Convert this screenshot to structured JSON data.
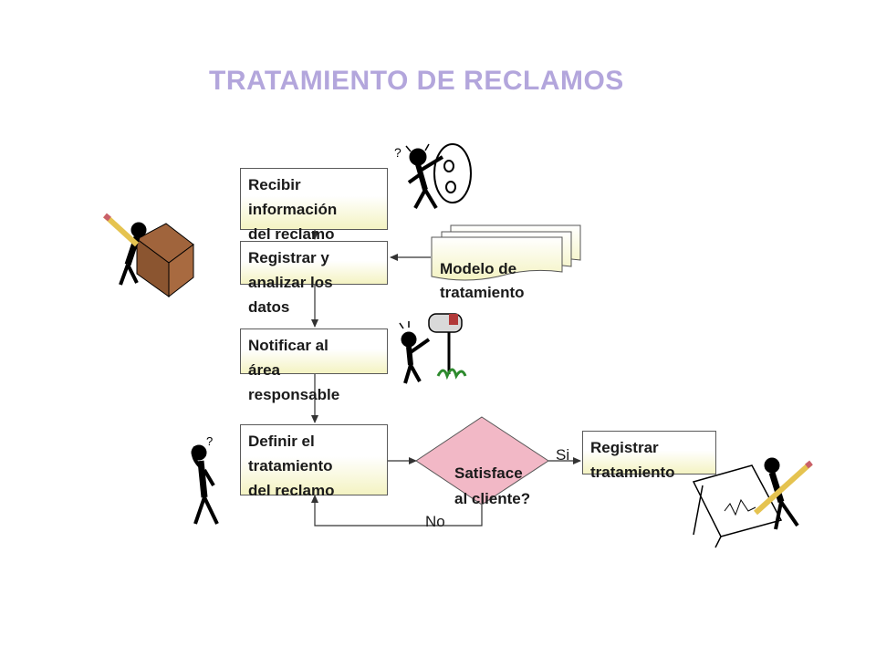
{
  "title": "TRATAMIENTO  DE RECLAMOS",
  "steps": {
    "recibir": "Recibir\ninformación\ndel   reclamo",
    "registrar": "Registrar y\nanalizar los\ndatos",
    "notificar": "Notificar al\nárea\nresponsable",
    "definir": "Definir el\ntratamiento\ndel reclamo",
    "registrar_tratamiento": "Registrar\ntratamiento"
  },
  "document": "Modelo de\n tratamiento",
  "decision": "Satisface\nal cliente?",
  "labels": {
    "yes": "Si",
    "no": "No"
  },
  "colors": {
    "title": "#b3a6dc",
    "decision_fill": "#f2b8c6",
    "box_fill_bottom": "#f4f3c2"
  }
}
